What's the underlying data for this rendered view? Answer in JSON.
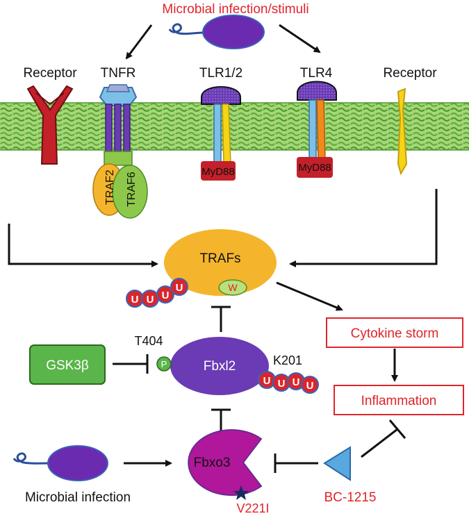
{
  "title": "Microbial infection/stimuli",
  "receptors": {
    "receptor_left": "Receptor",
    "tnfr": "TNFR",
    "tlr12": "TLR1/2",
    "tlr4": "TLR4",
    "receptor_right": "Receptor"
  },
  "adaptors": {
    "traf2": "TRAF2",
    "traf6": "TRAF6",
    "myd88_a": "MyD88",
    "myd88_b": "MyD88"
  },
  "nodes": {
    "trafs": "TRAFs",
    "w": "W",
    "fbxl2": "Fbxl2",
    "p": "P",
    "t404": "T404",
    "k201": "K201",
    "gsk3b": "GSK3β",
    "fbxo3": "Fbxo3",
    "v221i": "V221I",
    "bc1215": "BC-1215",
    "microbial_infection": "Microbial infection",
    "cytokine_storm": "Cytokine storm",
    "inflammation": "Inflammation"
  },
  "ubiquitin": "U",
  "colors": {
    "red_text": "#e0242b",
    "traf_yellow": "#f4b52c",
    "purple": "#6a3bb5",
    "magenta": "#b0179a",
    "gsk_green": "#5ab54a",
    "membrane_green": "#7fc24a",
    "myd88_red": "#c42029",
    "bc_blue": "#5aa8e0"
  }
}
